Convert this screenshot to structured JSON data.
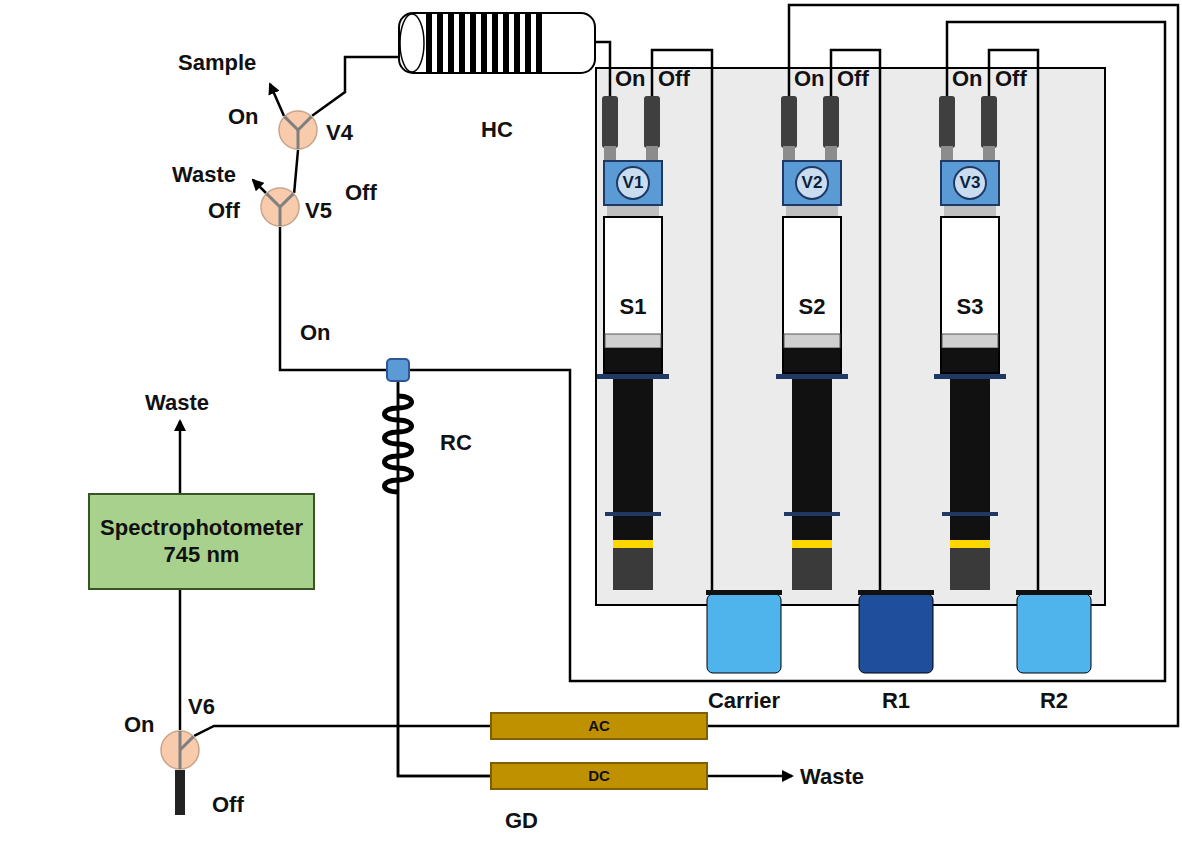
{
  "diagram": {
    "nodes": [
      {
        "text": [
          "Spectrophotometer 745 nm"
        ]
      },
      {
        "text": [
          "V4"
        ]
      },
      {
        "text": [
          "V5"
        ]
      },
      {
        "text": [
          "V6"
        ]
      },
      {
        "text": [
          "HC"
        ]
      },
      {
        "text": [
          "V1"
        ]
      },
      {
        "text": [
          "V2"
        ]
      },
      {
        "text": [
          "V3"
        ]
      },
      {
        "text": [
          "S1"
        ]
      },
      {
        "text": [
          "S2"
        ]
      },
      {
        "text": [
          "S3"
        ]
      },
      {
        "text": [
          "Carrier"
        ]
      },
      {
        "text": [
          "R1"
        ]
      },
      {
        "text": [
          "R2"
        ]
      },
      {
        "text": [
          "AC"
        ]
      },
      {
        "text": [
          "DC"
        ]
      }
    ],
    "edges": [
      {
        "from": 1,
        "to": 2,
        "arrow": "none"
      },
      {
        "from": 1,
        "to": 4,
        "arrow": "none"
      },
      {
        "from": 4,
        "to": 5,
        "arrow": "none"
      },
      {
        "from": 5,
        "to": 8,
        "arrow": "none"
      },
      {
        "from": 6,
        "to": 9,
        "arrow": "none"
      },
      {
        "from": 7,
        "to": 10,
        "arrow": "none"
      },
      {
        "from": 5,
        "to": 11,
        "arrow": "none"
      },
      {
        "from": 6,
        "to": 12,
        "arrow": "none"
      },
      {
        "from": 7,
        "to": 13,
        "arrow": "none"
      },
      {
        "from": 2,
        "to": 15,
        "arrow": "none"
      },
      {
        "from": 7,
        "to": 15,
        "arrow": "none"
      },
      {
        "from": 6,
        "to": 14,
        "arrow": "none"
      },
      {
        "from": 14,
        "to": 3,
        "arrow": "none"
      },
      {
        "from": 3,
        "to": 0,
        "arrow": "none"
      }
    ],
    "labels": [
      "Sample",
      "On",
      "Off",
      "Waste",
      "Off",
      "On",
      "On",
      "Off",
      "On",
      "Off",
      "On",
      "Off",
      "RC",
      "Waste",
      "On",
      "Off",
      "GD",
      "Waste"
    ]
  }
}
